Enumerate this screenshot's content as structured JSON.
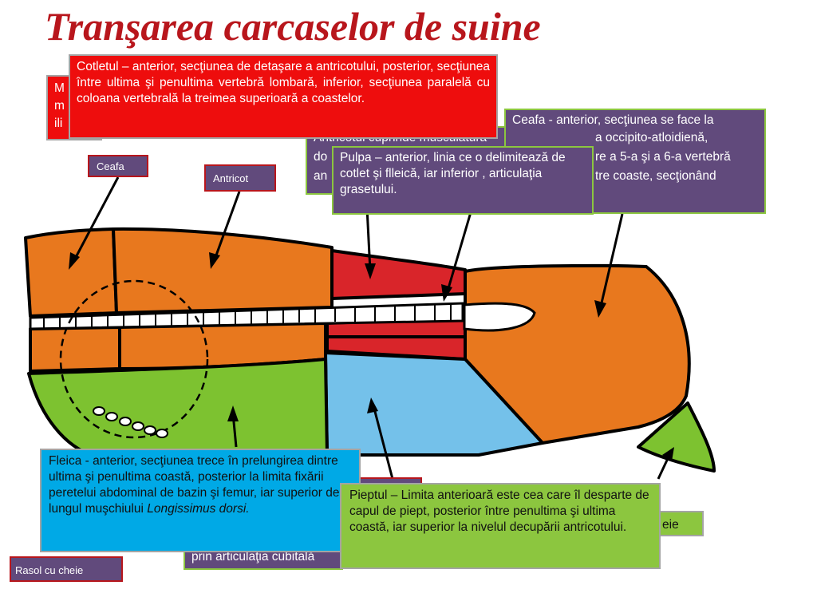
{
  "title": "Tranşarea carcaselor de suine",
  "labels": {
    "ceafa": "Ceafa",
    "antricot": "Antricot",
    "rasol": "Rasol cu cheie",
    "rasol_right": "eie"
  },
  "boxes": {
    "m_partial": "M\nm\nili",
    "cotlet": "Cotletul – anterior, secţiunea de detaşare a antricotului, posterior, secţiunea între ultima şi penultima vertebră lombară, inferior, secţiunea paralelă cu coloana vertebrală la treimea superioară a coastelor.",
    "antricot_partial_1": "Antricotul cuprinde musculatura",
    "antricot_partial_2": "do",
    "antricot_partial_3": "an",
    "ceafa_1": "Ceafa  - anterior, secţiunea se face la",
    "ceafa_2": "a occipito-atloidienă,",
    "ceafa_3": "re a 5-a şi a 6-a vertebră",
    "ceafa_4": "tre coaste, secţionând",
    "pulpa": "Pulpa – anterior, linia ce o delimitează de cotlet şi flleică, iar inferior , articulaţia grasetului.",
    "fleica_1": "Fleica  - anterior, secţiunea trece în prelungirea  dintre ultima şi penultima coastă, posterior la limita fixării peretelui abdominal de bazin şi femur, iar superior de-a lungul muşchiului ",
    "fleica_2": "Longissimus dorsi.",
    "piept_partial": "prin articulaţia cubitală",
    "pieptul": "Pieptul – Limita anterioară este cea care îl desparte de capul de piept, posterior între penultima şi ultima coastă, iar superior la nivelul  decupării antricotului."
  },
  "colors": {
    "title": "#b8161c",
    "orange": "#e8781e",
    "red": "#d9252a",
    "light_blue": "#74c1ea",
    "green": "#7dc230",
    "purple": "#614a7c",
    "box_red": "#ee0d0d",
    "box_blue": "#00a9e6",
    "box_green": "#8cc63f"
  }
}
